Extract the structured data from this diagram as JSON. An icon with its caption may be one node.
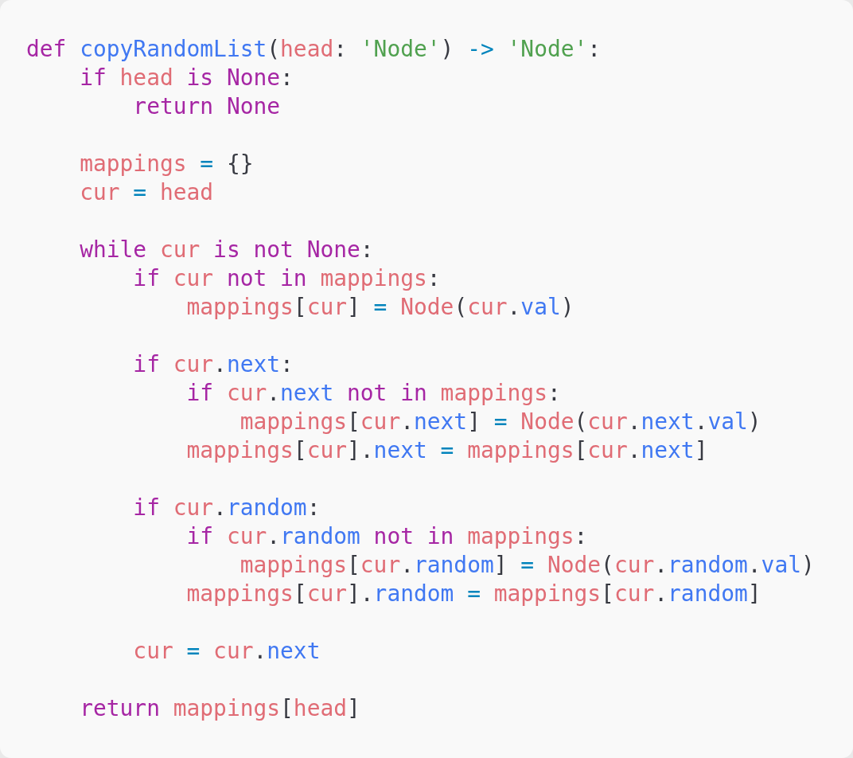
{
  "diagram": {
    "labels": [
      "def copyRandomList(head: 'Node') -> 'Node':",
      "    if head is None:",
      "        return None",
      "    mappings = {}",
      "    cur = head",
      "    while cur is not None:",
      "        if cur not in mappings:",
      "            mappings[cur] = Node(cur.val)",
      "        if cur.next:",
      "            if cur.next not in mappings:",
      "                mappings[cur.next] = Node(cur.next.val)",
      "            mappings[cur].next = mappings[cur.next]",
      "        if cur.random:",
      "            if cur.random not in mappings:",
      "                mappings[cur.random] = Node(cur.random.val)",
      "            mappings[cur].random = mappings[cur.random]",
      "        cur = cur.next",
      "    return mappings[head]"
    ]
  }
}
